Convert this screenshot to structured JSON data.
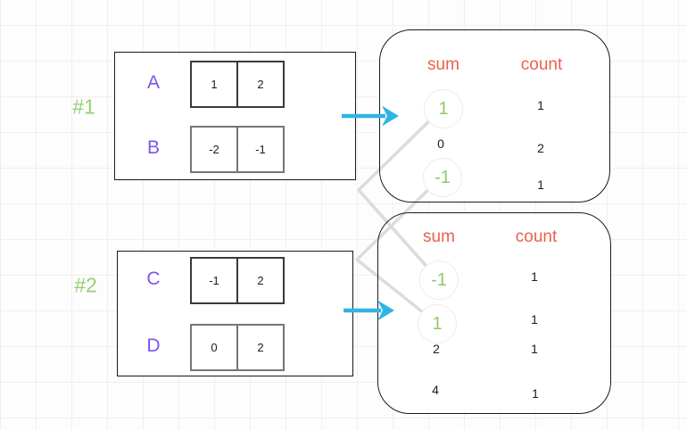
{
  "palette": {
    "accent_orange": "#e8634a",
    "accent_green": "#8fc965",
    "label_purple": "#7b55ee",
    "group_green": "#94d171",
    "arrow_cyan": "#2fb4e4",
    "connector_gray": "#dcdcdc"
  },
  "groups": [
    {
      "tag": "#1",
      "arrays": [
        {
          "name": "A",
          "cells": [
            "1",
            "2"
          ]
        },
        {
          "name": "B",
          "cells": [
            "-2",
            "-1"
          ]
        }
      ],
      "result": {
        "sum_header": "sum",
        "count_header": "count",
        "rows": [
          {
            "sum": "1",
            "count": "1",
            "highlighted": true
          },
          {
            "sum": "0",
            "count": "2",
            "highlighted": false
          },
          {
            "sum": "-1",
            "count": "1",
            "highlighted": true
          }
        ]
      }
    },
    {
      "tag": "#2",
      "arrays": [
        {
          "name": "C",
          "cells": [
            "-1",
            "2"
          ]
        },
        {
          "name": "D",
          "cells": [
            "0",
            "2"
          ]
        }
      ],
      "result": {
        "sum_header": "sum",
        "count_header": "count",
        "rows": [
          {
            "sum": "-1",
            "count": "1",
            "highlighted": true
          },
          {
            "sum": "1",
            "count": "1",
            "highlighted": true
          },
          {
            "sum": "2",
            "count": "1",
            "highlighted": false
          },
          {
            "sum": "4",
            "count": "1",
            "highlighted": false
          }
        ]
      }
    }
  ],
  "connections": [
    {
      "from": "group1-sum-1",
      "to": "group2-sum--1"
    },
    {
      "from": "group1-sum--1",
      "to": "group2-sum-1"
    }
  ]
}
